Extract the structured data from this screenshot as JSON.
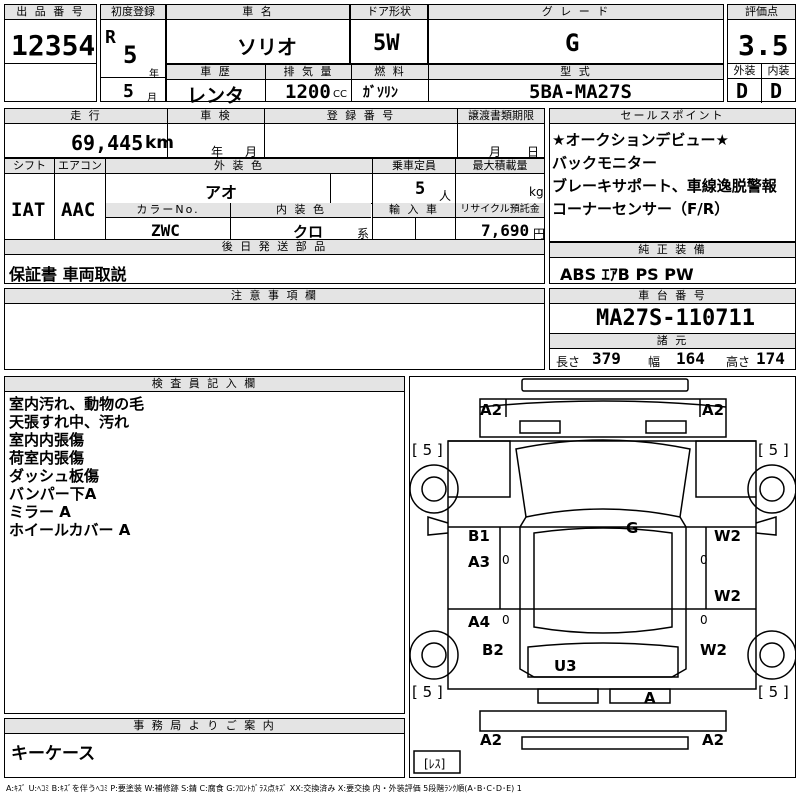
{
  "header": {
    "lot_label": "出 品 番 号",
    "lot_no": "12354",
    "first_reg_label": "初度登録",
    "era": "R",
    "year_num": "5",
    "year_unit": "年",
    "month_num": "5",
    "month_unit": "月",
    "car_name_label": "車 名",
    "car_name": "ソリオ",
    "door_label": "ドア形状",
    "door": "5W",
    "grade_label": "グ レ ー ド",
    "grade": "G",
    "score_label": "評価点",
    "score": "3.5",
    "history_label": "車 歴",
    "history": "レンタ",
    "displacement_label": "排 気 量",
    "displacement": "1200",
    "cc": "CC",
    "fuel_label": "燃 料",
    "fuel": "ｶﾞｿﾘﾝ",
    "model_label": "型 式",
    "model": "5BA-MA27S",
    "exterior_label": "外装",
    "exterior": "D",
    "interior_label": "内装",
    "interior": "D"
  },
  "row2": {
    "mileage_label": "走 行",
    "mileage": "69,445",
    "km": "km",
    "inspection_label": "車 検",
    "insp_year": "年",
    "insp_month": "月",
    "reg_label": "登 録 番 号",
    "transfer_label": "譲渡書類期限",
    "tr_month": "月",
    "tr_day": "日",
    "shift_label": "シフト",
    "shift": "IAT",
    "ac_label": "エアコン",
    "ac": "AAC",
    "color_label": "外 装 色",
    "color": "アオ",
    "capacity_label": "乗車定員",
    "capacity": "5",
    "person_unit": "人",
    "load_label": "最大積載量",
    "kg": "kg",
    "color_no_label": "カラーNo.",
    "color_no": "ZWC",
    "int_color_label": "内 装 色",
    "int_color": "クロ",
    "kei": "系",
    "import_label": "輸 入 車",
    "recycle_label": "リサイクル預託金",
    "recycle": "7,690",
    "yen": "円",
    "later_label": "後 日 発 送 部 品",
    "later": "保証書 車両取説"
  },
  "sales": {
    "label": "セールスポイント",
    "points": [
      "★オークションデビュー★",
      "バックモニター",
      "ブレーキサポート、車線逸脱警報",
      "コーナーセンサー（F/R）"
    ]
  },
  "equip": {
    "label": "純 正 装 備",
    "value": "ABS ｴｱB PS PW"
  },
  "notes": {
    "label": "注 意 事 項 欄"
  },
  "chassis": {
    "label": "車 台 番 号",
    "value": "MA27S-110711",
    "spec_label": "諸 元",
    "length_label": "長さ",
    "length": "379",
    "width_label": "幅",
    "width": "164",
    "height_label": "高さ",
    "height": "174"
  },
  "inspector": {
    "label": "検 査 員 記 入 欄",
    "lines": [
      "室内汚れ、動物の毛",
      "天張すれ中、汚れ",
      "室内内張傷",
      "荷室内張傷",
      "ダッシュ板傷",
      "バンパー下A",
      "ミラー A",
      "ホイールカバー A"
    ]
  },
  "office": {
    "label": "事 務 局 よ り ご 案 内",
    "text": "キーケース"
  },
  "diagram": {
    "tl": "A2",
    "tr": "A2",
    "bl": "A2",
    "br": "A2",
    "b1": "B1",
    "a3": "A3",
    "a4": "A4",
    "b2": "B2",
    "u3": "U3",
    "g": "G",
    "w2a": "W2",
    "w2b": "W2",
    "w2c": "W2",
    "a": "A",
    "tire_fl": "[ 5 ]",
    "tire_fr": "[ 5 ]",
    "tire_rl": "[ 5 ]",
    "tire_rr": "[ 5 ]",
    "spare": "[ﾚｽ]",
    "zero": "0"
  },
  "legend": "A:ｷｽﾞ U:ﾍｺﾐ B:ｷｽﾞを伴うﾍｺﾐ P:要塗装 W:補修跡 S:錆 C:腐食 G:ﾌﾛﾝﾄｶﾞﾗｽ点ｷｽﾞ XX:交換済み X:要交換 内・外装評価 5段階ﾗﾝｸ順(A･B･C･D･E) 1"
}
